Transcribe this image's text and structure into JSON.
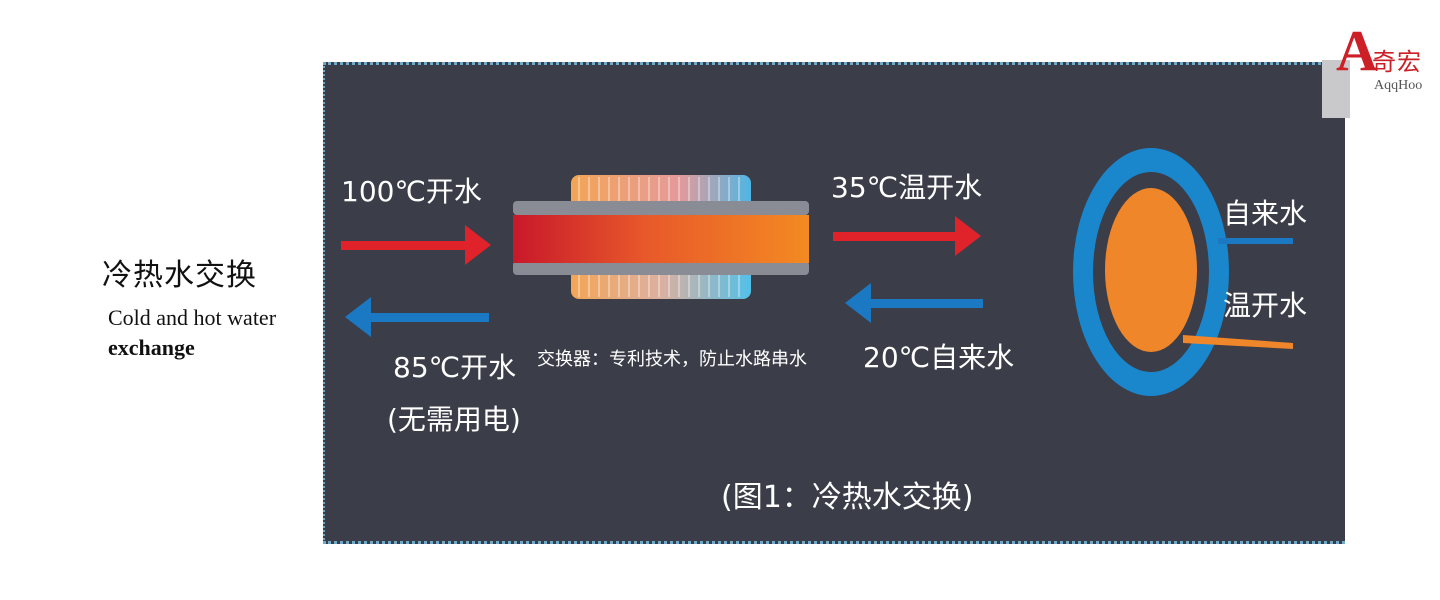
{
  "side": {
    "title_cn": "冷热水交换",
    "title_en_line1": "Cold and hot water",
    "title_en_line2": "exchange"
  },
  "diagram": {
    "boiling_in": "100℃开水",
    "boiling_out": "85℃开水",
    "no_power": "(无需用电)",
    "exchanger_note": "交换器：专利技术，防止水路串水",
    "warm_out": "35℃温开水",
    "tap_in": "20℃自来水",
    "pipe_tap": "自来水",
    "pipe_warm": "温开水",
    "caption": "(图1：冷热水交换)"
  },
  "logo": {
    "letter": "A",
    "cn": "奇宏",
    "en": "AqqHoo"
  },
  "colors": {
    "panel_bg": "#3b3d48",
    "hot_red": "#e0222b",
    "cold_blue": "#1b78c2",
    "orange": "#f0862a",
    "ring_blue": "#1a86cc",
    "logo_red": "#cc1f26"
  }
}
